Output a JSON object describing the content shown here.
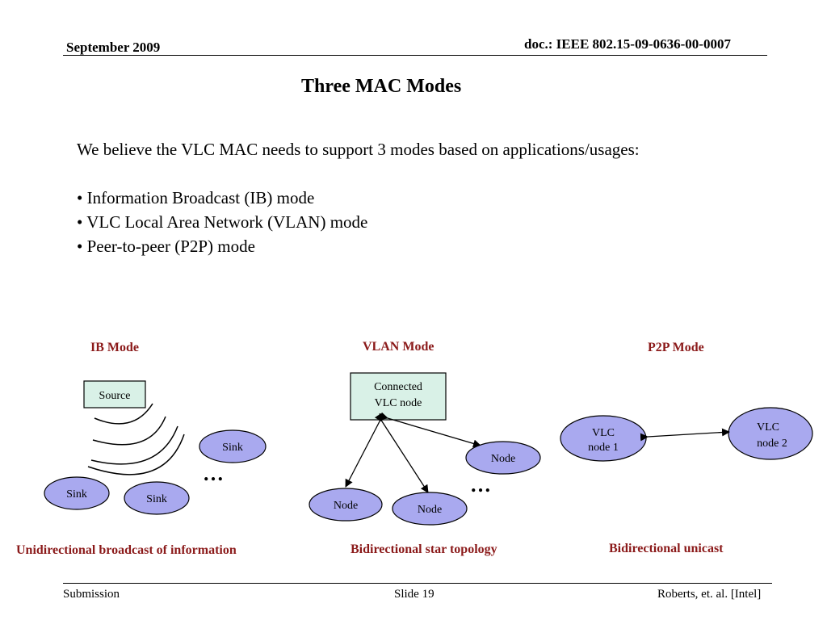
{
  "header": {
    "date": "September 2009",
    "doc_id": "doc.: IEEE 802.15-09-0636-00-0007"
  },
  "slide": {
    "title": "Three MAC Modes",
    "intro": "We believe the VLC MAC needs to support 3 modes based on applications/usages:",
    "bullets": [
      "• Information Broadcast (IB) mode",
      "• VLC Local Area Network (VLAN) mode",
      "• Peer-to-peer (P2P) mode"
    ]
  },
  "diagrams": {
    "ib": {
      "label": "IB Mode",
      "source": "Source",
      "sinks": [
        "Sink",
        "Sink",
        "Sink"
      ],
      "ellipsis": "…",
      "caption": "Unidirectional broadcast of information"
    },
    "vlan": {
      "label": "VLAN Mode",
      "hub_line1": "Connected",
      "hub_line2": "VLC node",
      "nodes": [
        "Node",
        "Node",
        "Node"
      ],
      "ellipsis": "…",
      "caption": "Bidirectional star topology"
    },
    "p2p": {
      "label": "P2P Mode",
      "node1_line1": "VLC",
      "node1_line2": "node 1",
      "node2_line1": "VLC",
      "node2_line2": "node 2",
      "caption": "Bidirectional unicast"
    }
  },
  "footer": {
    "left": "Submission",
    "center": "Slide 19",
    "right": "Roberts, et. al. [Intel]"
  },
  "colors": {
    "node_fill": "#a9a9ef",
    "box_fill": "#d9f1e7",
    "accent_text": "#8b1a1a"
  }
}
